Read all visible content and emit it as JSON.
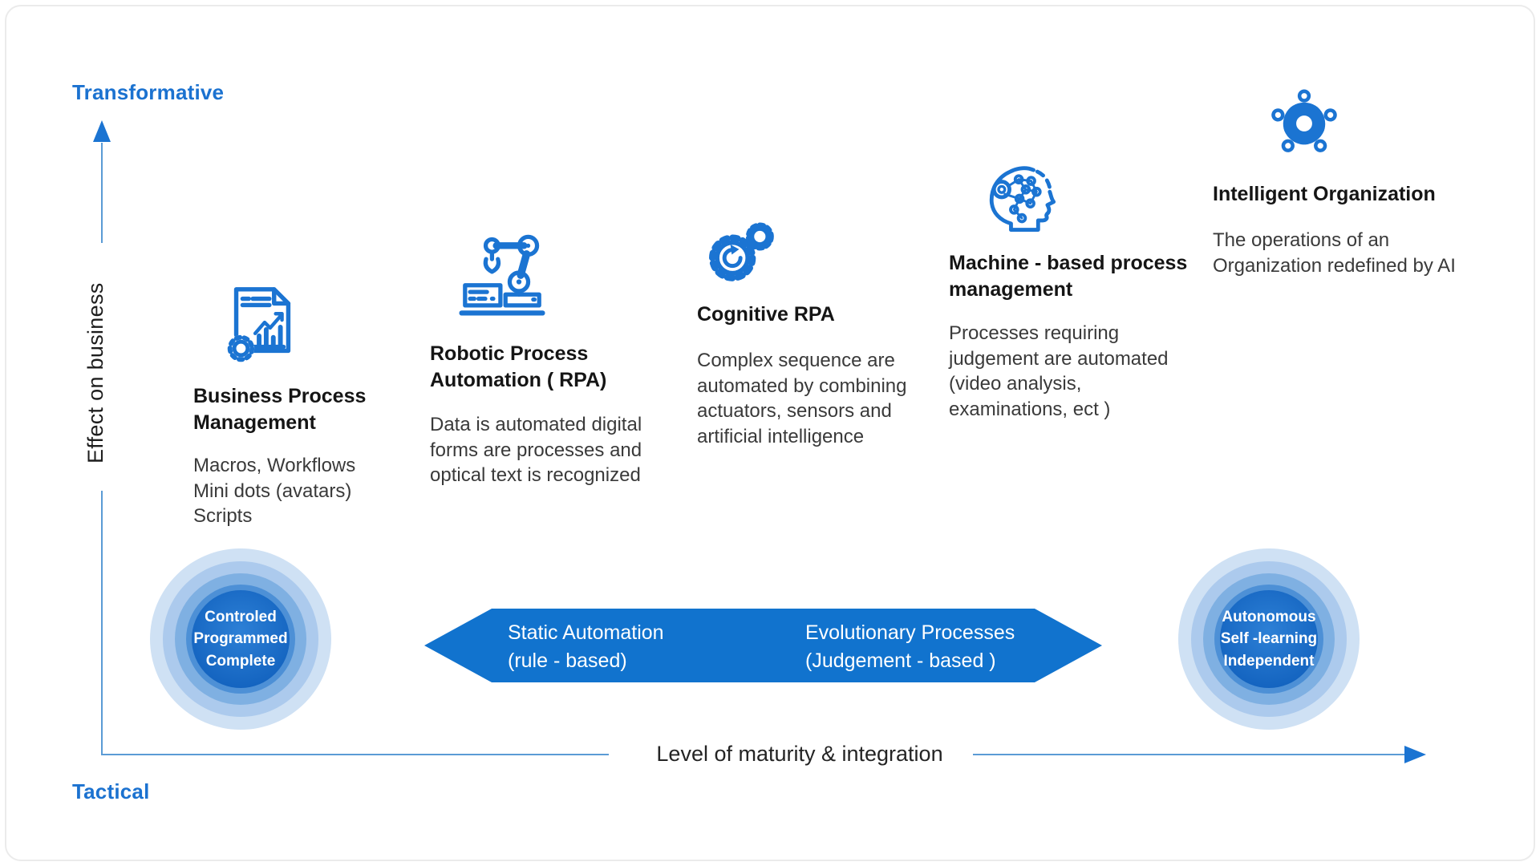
{
  "colors": {
    "accent": "#1b74d2",
    "banner_blue": "#1173ce",
    "axis_line_blue": "#5b9bd5",
    "corner_label_blue": "#1b72d0",
    "title_text": "#151515",
    "desc_text": "#3a3a3a",
    "badge_text": "#ffffff",
    "background": "#ffffff"
  },
  "axes": {
    "y_top_label": "Transformative",
    "y_bottom_label": "Tactical",
    "y_axis_title": "Effect on business",
    "x_axis_title": "Level of maturity & integration"
  },
  "stages": [
    {
      "icon": "document-analytics-gear-icon",
      "title": "Business Process\nManagement",
      "description": "Macros, Workflows\nMini dots (avatars)\nScripts"
    },
    {
      "icon": "robot-arm-icon",
      "title": "Robotic Process\nAutomation ( RPA)",
      "description": "Data is automated digital\nforms are processes and\noptical text is recognized"
    },
    {
      "icon": "gears-refresh-icon",
      "title": "Cognitive RPA",
      "description": "Complex sequence are\nautomated by combining\nactuators, sensors and\nartificial intelligence"
    },
    {
      "icon": "ai-head-network-icon",
      "title": "Machine - based process\nmanagement",
      "description": "Processes requiring\njudgement are automated\n(video analysis,\nexaminations, ect )"
    },
    {
      "icon": "team-around-circle-icon",
      "title": "Intelligent Organization",
      "description": "The operations of an\nOrganization redefined by AI"
    }
  ],
  "badges": {
    "left": "Controled\nProgrammed\nComplete",
    "right": "Autonomous\nSelf -learning\nIndependent"
  },
  "banner": {
    "left": "Static Automation\n(rule - based)",
    "right": "Evolutionary Processes\n(Judgement - based )"
  }
}
